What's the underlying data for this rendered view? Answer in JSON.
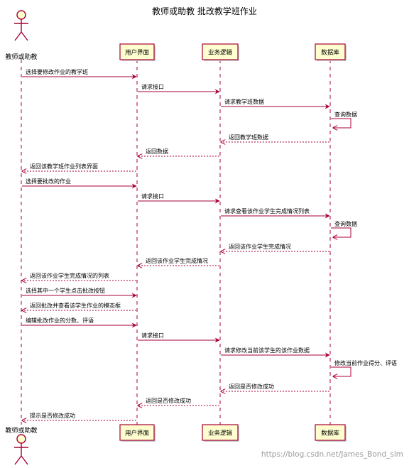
{
  "title": "教师或助教 批改教学班作业",
  "participants": [
    {
      "id": "teacher",
      "label": "教师或助教",
      "kind": "actor"
    },
    {
      "id": "ui",
      "label": "用户界面",
      "kind": "box"
    },
    {
      "id": "logic",
      "label": "业务逻辑",
      "kind": "box"
    },
    {
      "id": "db",
      "label": "数据库",
      "kind": "box"
    }
  ],
  "messages": [
    {
      "from": "teacher",
      "to": "ui",
      "text": "选择要修改作业的教学班",
      "style": "solid"
    },
    {
      "from": "ui",
      "to": "logic",
      "text": "请求接口",
      "style": "solid"
    },
    {
      "from": "logic",
      "to": "db",
      "text": "请求教学班数据",
      "style": "solid"
    },
    {
      "from": "db",
      "to": "db",
      "text": "查询数据",
      "style": "self"
    },
    {
      "from": "db",
      "to": "logic",
      "text": "返回教学班数据",
      "style": "dashed"
    },
    {
      "from": "logic",
      "to": "ui",
      "text": "返回数据",
      "style": "dashed"
    },
    {
      "from": "ui",
      "to": "teacher",
      "text": "返回该教学班作业列表界面",
      "style": "dashed"
    },
    {
      "from": "teacher",
      "to": "ui",
      "text": "选择要批改的作业",
      "style": "solid"
    },
    {
      "from": "ui",
      "to": "logic",
      "text": "请求接口",
      "style": "solid"
    },
    {
      "from": "logic",
      "to": "db",
      "text": "请求查看该作业学生完成情况列表",
      "style": "solid"
    },
    {
      "from": "db",
      "to": "db",
      "text": "查询数据",
      "style": "self"
    },
    {
      "from": "db",
      "to": "logic",
      "text": "返回该作业学生完成情况",
      "style": "dashed"
    },
    {
      "from": "logic",
      "to": "ui",
      "text": "返回该作业学生完成情况",
      "style": "dashed"
    },
    {
      "from": "ui",
      "to": "teacher",
      "text": "返回该作业学生完成情况的列表",
      "style": "dashed"
    },
    {
      "from": "teacher",
      "to": "ui",
      "text": "选择其中一个学生点击批改按钮",
      "style": "solid"
    },
    {
      "from": "ui",
      "to": "teacher",
      "text": "返回批改并查看该学生作业的模态框",
      "style": "dashed"
    },
    {
      "from": "teacher",
      "to": "ui",
      "text": "编辑批改作业的分数、评语",
      "style": "solid"
    },
    {
      "from": "ui",
      "to": "logic",
      "text": "请求接口",
      "style": "solid"
    },
    {
      "from": "logic",
      "to": "db",
      "text": "请求修改当前该学生的该作业数据",
      "style": "solid"
    },
    {
      "from": "db",
      "to": "db",
      "text": "修改当前作业得分、评语",
      "style": "self"
    },
    {
      "from": "db",
      "to": "logic",
      "text": "返回是否修改成功",
      "style": "dashed"
    },
    {
      "from": "logic",
      "to": "ui",
      "text": "返回是否修改成功",
      "style": "dashed"
    },
    {
      "from": "ui",
      "to": "teacher",
      "text": "提示是否修改成功",
      "style": "dashed"
    }
  ],
  "watermark": "https://blog.csdn.net/James_Bond_slm",
  "colors": {
    "arrow": "#a80036",
    "box_fill": "#fefece",
    "box_border": "#a80036",
    "actor_fill": "#fefece",
    "lifeline": "#a80036"
  }
}
